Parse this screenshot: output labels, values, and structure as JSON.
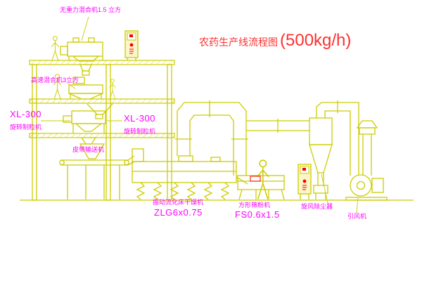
{
  "title": {
    "main": "农药生产线流程图",
    "capacity": "(500kg/h)"
  },
  "labels": {
    "gravity_mixer": "无重力混合机1.5 立方",
    "high_speed_mixer": "高速混合机3立方",
    "granulator_left_model": "XL-300",
    "granulator_left_name": "旋转制粒机",
    "granulator_center_model": "XL-300",
    "granulator_center_name": "旋转制粒机",
    "belt_conveyor": "皮带输送机",
    "dryer_name": "振动流化床干燥机",
    "dryer_model": "ZLG6x0.75",
    "sifter_name": "方形筛粉机",
    "sifter_model": "FS0.6x1.5",
    "cyclone": "旋风除尘器",
    "fan": "引风机"
  },
  "colors": {
    "line": "#cccc00",
    "label": "#ff00ff",
    "title": "#ff3030",
    "accent": "#ff0000"
  }
}
